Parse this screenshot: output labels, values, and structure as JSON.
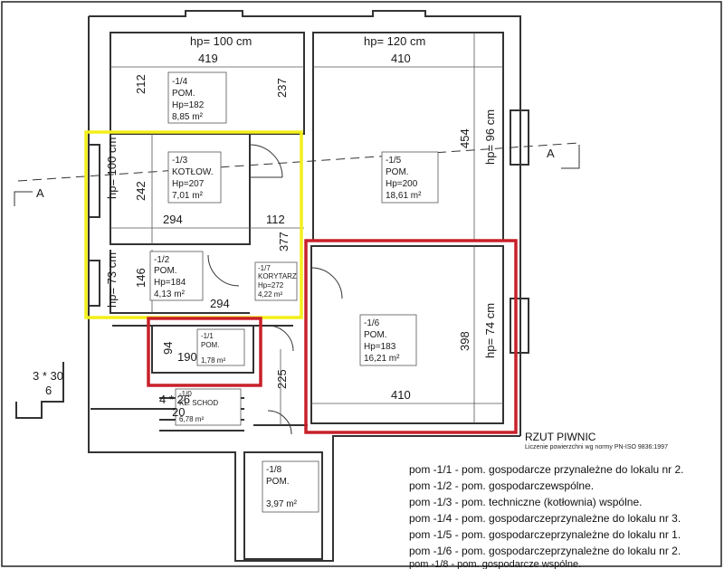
{
  "dims": {
    "hp_top_left": "hp= 100 cm",
    "hp_top_right": "hp= 120 cm",
    "w419": "419",
    "w410_top": "410",
    "v212": "212",
    "v237": "237",
    "v454": "454",
    "hp_right_96": "hp= 96 cm",
    "hp_left_100": "hp= 100 cm",
    "v242": "242",
    "w294_a": "294",
    "w112": "112",
    "v377": "377",
    "hp_left_73": "hp= 73 cm",
    "v146": "146",
    "w294_b": "294",
    "v94": "94",
    "w190": "190",
    "v398": "398",
    "hp_right_74": "hp= 74 cm",
    "w410_bot": "410",
    "v225": "225",
    "stair_a": "3 * 30",
    "stair_a2": "6",
    "stair_b": "4 * 26",
    "stair_b2": "20",
    "section_left": "A",
    "section_right": "A"
  },
  "rooms": [
    {
      "id": "-1/4",
      "name": "POM.",
      "hp": "Hp=182",
      "area": "8,85 m²"
    },
    {
      "id": "-1/3",
      "name": "KOTŁOW.",
      "hp": "Hp=207",
      "area": "7,01 m²"
    },
    {
      "id": "-1/2",
      "name": "POM.",
      "hp": "Hp=184",
      "area": "4,13 m²"
    },
    {
      "id": "-1/7",
      "name": "KORYTARZ",
      "hp": "Hp=272",
      "area": "4,22 m²"
    },
    {
      "id": "-1/5",
      "name": "POM.",
      "hp": "Hp=200",
      "area": "18,61 m²"
    },
    {
      "id": "-1/6",
      "name": "POM.",
      "hp": "Hp=183",
      "area": "16,21 m²"
    },
    {
      "id": "-1/1",
      "name": "POM.",
      "hp": "",
      "area": "1,78 m²"
    },
    {
      "id": "-1/0",
      "name": "KL. SCHOD",
      "hp": "",
      "area": "6,78 m²"
    },
    {
      "id": "-1/8",
      "name": "POM.",
      "hp": "",
      "area": "3,97 m²"
    }
  ],
  "title": "RZUT PIWNIC",
  "subtitle": "Liczenie powierzchni wg normy PN-ISO 9836:1997",
  "legend": [
    "pom -1/1 - pom. gospodarcze przynależne do lokalu nr 2.",
    "pom -1/2 - pom. gospodarczewspólne.",
    "pom -1/3 - pom. techniczne (kotłownia) wspólne.",
    "pom -1/4 - pom. gospodarczeprzynależne do lokalu nr 3.",
    "pom -1/5 - pom. gospodarczeprzynależne do lokalu nr 1.",
    "pom -1/6 - pom. gospodarczeprzynależne do lokalu nr 2.",
    "pom -1/8 - pom. gospodarcze wspólne."
  ],
  "colors": {
    "highlight_yellow": "#f3ef1a",
    "highlight_red": "#c8202a",
    "wall": "#333333"
  }
}
